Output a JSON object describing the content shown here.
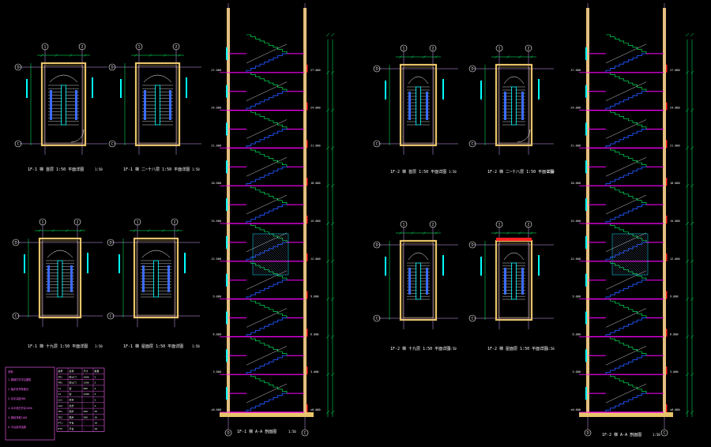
{
  "plans_left": [
    {
      "caption": "1F-1 梯 首层 1:50 平面详图",
      "scale": "1:50",
      "grid": [
        "D",
        "C",
        "1",
        "2"
      ]
    },
    {
      "caption": "1F-1 梯 二~十八层 1:50 平面详图",
      "scale": "1:50",
      "grid": [
        "D",
        "C",
        "1",
        "2"
      ]
    },
    {
      "caption": "1F-1 梯 十九层 1:50 平面详图",
      "scale": "1:50",
      "grid": [
        "D",
        "C",
        "1",
        "2"
      ]
    },
    {
      "caption": "1F-1 梯 屋面层 1:50 平面详图",
      "scale": "1:50",
      "grid": [
        "D",
        "C",
        "1",
        "2"
      ]
    }
  ],
  "plans_right": [
    {
      "caption": "1F-2 梯 首层 1:50 平面详图",
      "scale": "1:50",
      "grid": [
        "D",
        "C",
        "1",
        "2"
      ]
    },
    {
      "caption": "1F-2 梯 二~十八层 1:50 平面详图",
      "scale": "1:50",
      "grid": [
        "D",
        "C",
        "1",
        "2"
      ]
    },
    {
      "caption": "1F-2 梯 十九层 1:50 平面详图",
      "scale": "1:50",
      "grid": [
        "D",
        "C",
        "1",
        "2"
      ]
    },
    {
      "caption": "1F-2 梯 屋面层 1:50 平面详图",
      "scale": "1:50",
      "grid": [
        "D",
        "C",
        "1",
        "2"
      ]
    }
  ],
  "sections": [
    {
      "caption": "1F-1 梯 A-A 剖面图",
      "scale": "1:50",
      "grid": [
        "D",
        "C"
      ]
    },
    {
      "caption": "1F-2 梯 A-A 剖面图",
      "scale": "1:50",
      "grid": [
        "D",
        "C"
      ]
    }
  ],
  "levels": [
    "±0.000",
    "3.000",
    "6.000",
    "9.000",
    "12.000",
    "15.000",
    "18.000",
    "21.000",
    "24.000",
    "27.000"
  ],
  "notes": {
    "title": "说明：",
    "lines": [
      "1.楼梯栏杆详见图集",
      "2.踏步防滑条做法",
      "3.扶手高度900",
      "4.水平段栏杆高1050",
      "5.梯段净宽1100",
      "6.平台梁详结施"
    ]
  },
  "schedule": {
    "header": [
      "编号",
      "名称",
      "尺寸",
      "数量"
    ],
    "rows": [
      [
        "FM1",
        "防火门",
        "1000",
        "2"
      ],
      [
        "FM2",
        "防火门",
        "1200",
        "2"
      ],
      [
        "C1",
        "窗",
        "900",
        "4"
      ],
      [
        "C2",
        "窗",
        "1200",
        "4"
      ],
      [
        "LG1",
        "栏杆",
        "-",
        "2"
      ],
      [
        "LG2",
        "栏杆",
        "-",
        "2"
      ],
      [
        "TB1",
        "踏步",
        "260",
        "36"
      ],
      [
        "TB2",
        "踏步",
        "280",
        "36"
      ],
      [
        "PT1",
        "平台",
        "-",
        "18"
      ],
      [
        "PT2",
        "平台",
        "-",
        "18"
      ]
    ]
  },
  "colors": {
    "wall": "#e8c46a",
    "grid": "#d4a5ff",
    "stair": "#00ffff",
    "dim": "#00ff66",
    "landing": "#ff00ff",
    "section_step": "#2255ff",
    "hatch": "#00ddff",
    "accent": "#ff2020"
  }
}
